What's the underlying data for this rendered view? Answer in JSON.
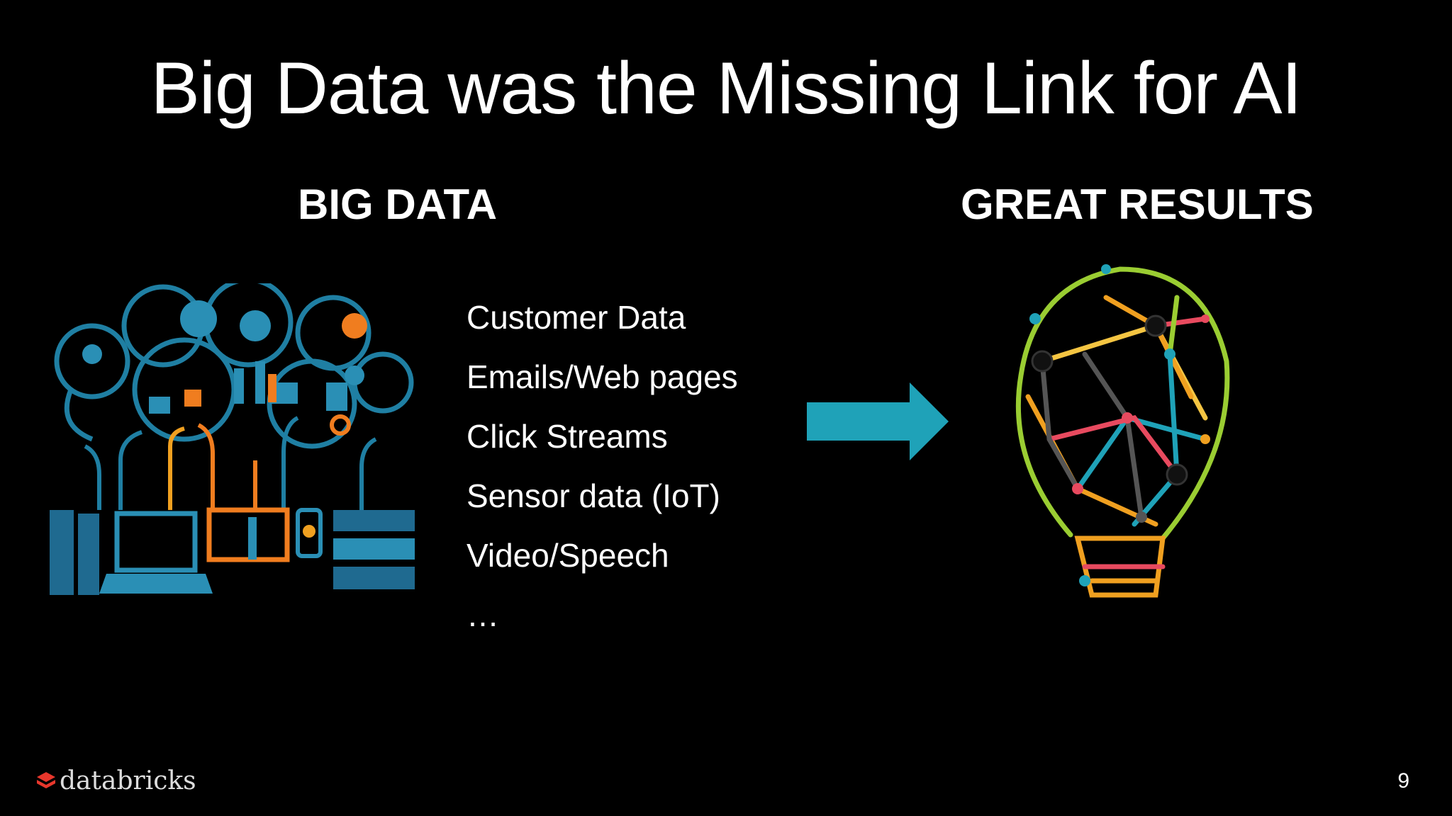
{
  "slide": {
    "title": "Big Data was the Missing Link for AI",
    "left_heading": "BIG DATA",
    "right_heading": "GREAT RESULTS",
    "bullets": [
      "Customer Data",
      "Emails/Web pages",
      "Click Streams",
      "Sensor data (IoT)",
      "Video/Speech",
      "…"
    ],
    "page_number": "9"
  },
  "footer": {
    "logo_text": "databricks"
  },
  "colors": {
    "background": "#000000",
    "accent_teal": "#1fa2b8",
    "accent_orange": "#f07d1f",
    "logo_red": "#e8372c"
  },
  "icons": {
    "left_art": "big-data-network-illustration",
    "center": "right-arrow-icon",
    "right_art": "lightbulb-network-illustration"
  }
}
